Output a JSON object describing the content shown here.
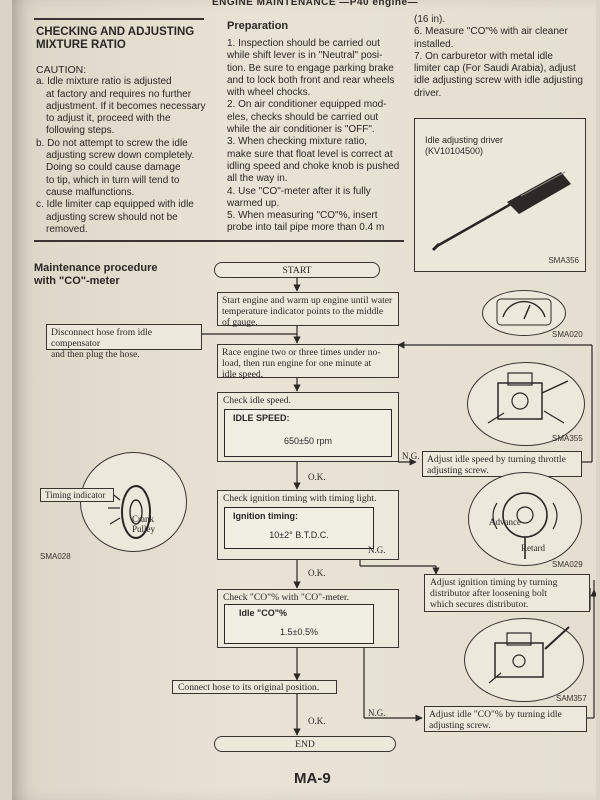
{
  "running_head": "ENGINE MAINTENANCE —P40 engine—",
  "left_section": {
    "title_line1": "CHECKING AND ADJUSTING",
    "title_line2": "MIXTURE RATIO",
    "caution_label": "CAUTION:",
    "caution_a": [
      "a. Idle mixture ratio is adjusted",
      "at factory and requires no further",
      "adjustment. If it becomes necessary",
      "to adjust it, proceed with the",
      "following steps."
    ],
    "caution_b": [
      "b. Do not attempt to screw the idle",
      "adjusting screw down completely.",
      "Doing so could cause damage",
      "to tip, which in turn will tend to",
      "cause malfunctions."
    ],
    "caution_c": [
      "c. Idle limiter cap equipped with idle",
      "adjusting screw should not be",
      "removed."
    ]
  },
  "preparation": {
    "title": "Preparation",
    "lines": [
      "1. Inspection should be carried out",
      "while shift lever is in \"Neutral\" posi-",
      "tion. Be sure to engage parking brake",
      "and to lock both front and rear wheels",
      "with wheel chocks.",
      "2. On air conditioner equipped mod-",
      "eles, checks should be carried out",
      "while the air conditioner is \"OFF\".",
      "3. When checking mixture ratio,",
      "make sure that float level is correct at",
      "idling speed and choke knob is pushed",
      "all the way in.",
      "4. Use \"CO\"-meter after it is fully",
      "warmed up.",
      "5. When measuring \"CO\"%, insert",
      "probe into tail pipe more than 0.4 m"
    ]
  },
  "right_column": {
    "lines": [
      "(16 in).",
      "6. Measure \"CO\"% with air cleaner",
      "installed.",
      "7. On carburetor with metal idle",
      "limiter cap (For Saudi Arabia), adjust",
      "idle adjusting screw with idle adjusting",
      "driver."
    ],
    "tool_label_line1": "Idle adjusting driver",
    "tool_label_line2": "(KV10104500)",
    "tool_code": "SMA356"
  },
  "procedure_title_line1": "Maintenance procedure",
  "procedure_title_line2": "with \"CO\"-meter",
  "flow": {
    "start": "START",
    "step1": [
      "Start engine and warm up engine until water",
      "temperature indicator points to the middle",
      "of gauge."
    ],
    "disconnect": [
      "Disconnect hose from idle compensator",
      "and then plug the hose."
    ],
    "step2": [
      "Race engine two or three times under no-",
      "load, then run engine for one minute at",
      "idle speed."
    ],
    "check_idle": "Check idle speed.",
    "idle_speed_label": "IDLE SPEED:",
    "idle_speed_value": "650±50 rpm",
    "adjust_idle": [
      "Adjust idle speed by turning throttle",
      "adjusting screw."
    ],
    "ng1": "N.G.",
    "ok1": "O.K.",
    "check_timing": "Check ignition timing with timing light.",
    "timing_label": "Ignition timing:",
    "timing_value": "10±2° B.T.D.C.",
    "ng2": "N.G.",
    "ok2": "O.K.",
    "adjust_timing": [
      "Adjust ignition timing by turning",
      "distributor after loosening bolt",
      "which secures distributor."
    ],
    "check_co": "Check \"CO\"% with \"CO\"-meter.",
    "idle_co_label": "Idle \"CO\"%",
    "idle_co_value": "1.5±0.5%",
    "connect_hose": "Connect hose to its original position.",
    "ok3": "O.K.",
    "ng3": "N.G.",
    "adjust_co": [
      "Adjust idle \"CO\"% by turning idle",
      "adjusting screw."
    ],
    "end": "END"
  },
  "figures": {
    "gauge_code": "SMA020",
    "carb1_code": "SMA355",
    "timing_indicator": "Timing indicator",
    "crank_pulley_1": "Crank",
    "crank_pulley_2": "Pulley",
    "timing_code": "SMA028",
    "advance": "Advance",
    "retard": "Retard",
    "distributor_code": "SMA029",
    "carb2_code": "SAM357"
  },
  "page_number": "MA-9"
}
